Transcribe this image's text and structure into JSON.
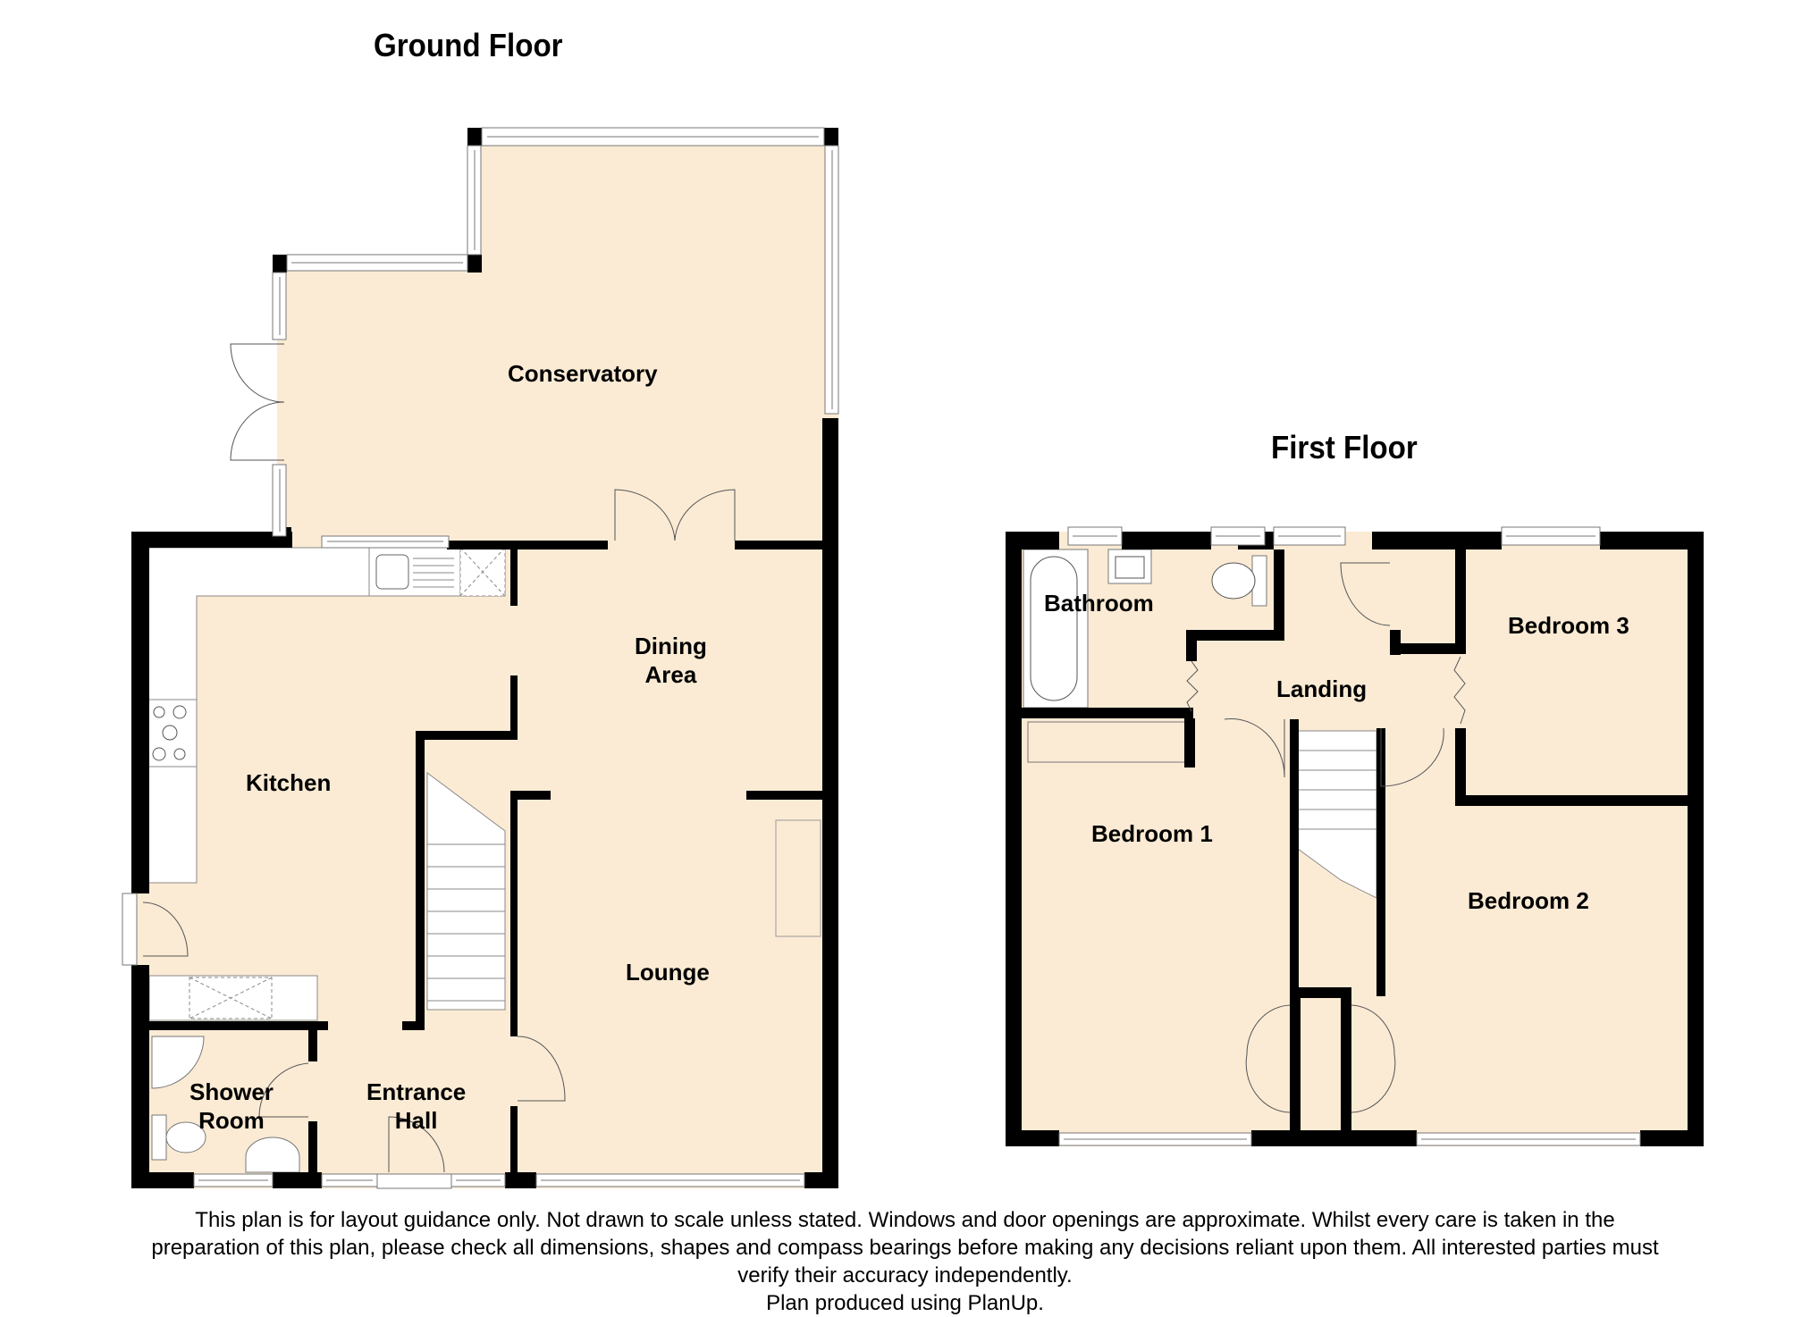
{
  "titles": {
    "ground_floor": "Ground Floor",
    "first_floor": "First Floor"
  },
  "colors": {
    "room_fill": "#fbebd4",
    "wall": "#000000",
    "fixture": "#ffffff"
  },
  "ground_floor": {
    "rooms": [
      {
        "id": "conservatory",
        "label": "Conservatory"
      },
      {
        "id": "dining-area",
        "label_line1": "Dining",
        "label_line2": "Area"
      },
      {
        "id": "kitchen",
        "label": "Kitchen"
      },
      {
        "id": "lounge",
        "label": "Lounge"
      },
      {
        "id": "shower-room",
        "label_line1": "Shower",
        "label_line2": "Room"
      },
      {
        "id": "entrance-hall",
        "label_line1": "Entrance",
        "label_line2": "Hall"
      }
    ]
  },
  "first_floor": {
    "rooms": [
      {
        "id": "bathroom",
        "label": "Bathroom"
      },
      {
        "id": "landing",
        "label": "Landing"
      },
      {
        "id": "bedroom-3",
        "label": "Bedroom 3"
      },
      {
        "id": "bedroom-1",
        "label": "Bedroom 1"
      },
      {
        "id": "bedroom-2",
        "label": "Bedroom 2"
      }
    ]
  },
  "footer": {
    "line1": "This plan is for layout guidance only. Not drawn to scale unless stated. Windows and door openings are approximate. Whilst every care is taken in the",
    "line2": "preparation of this plan, please check all dimensions, shapes and compass bearings before making any decisions reliant upon them. All interested parties must",
    "line3": "verify their accuracy independently.",
    "line4": "Plan produced using PlanUp."
  }
}
